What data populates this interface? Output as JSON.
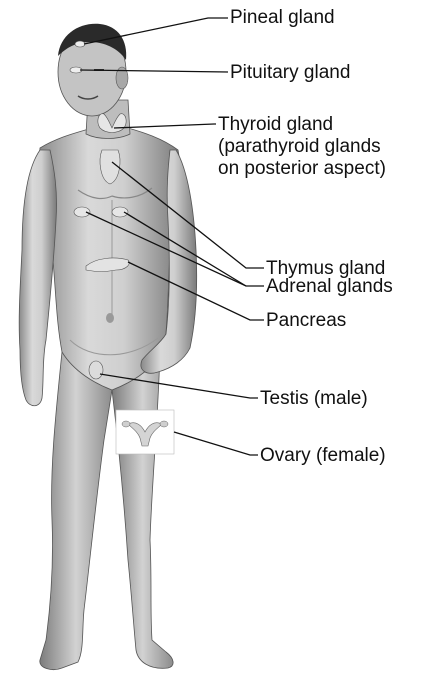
{
  "labels": {
    "pineal": "Pineal gland",
    "pituitary": "Pituitary gland",
    "thyroid": [
      "Thyroid gland",
      "(parathyroid glands",
      "on posterior aspect)"
    ],
    "thymus": "Thymus gland",
    "adrenal": "Adrenal glands",
    "pancreas": "Pancreas",
    "testis": "Testis (male)",
    "ovary": "Ovary (female)"
  },
  "colors": {
    "skin_light": "#e6e6e6",
    "skin_mid": "#b3b3b3",
    "skin_dark": "#6e6e6e",
    "hair": "#2a2a2a",
    "leader_line": "#111111"
  }
}
